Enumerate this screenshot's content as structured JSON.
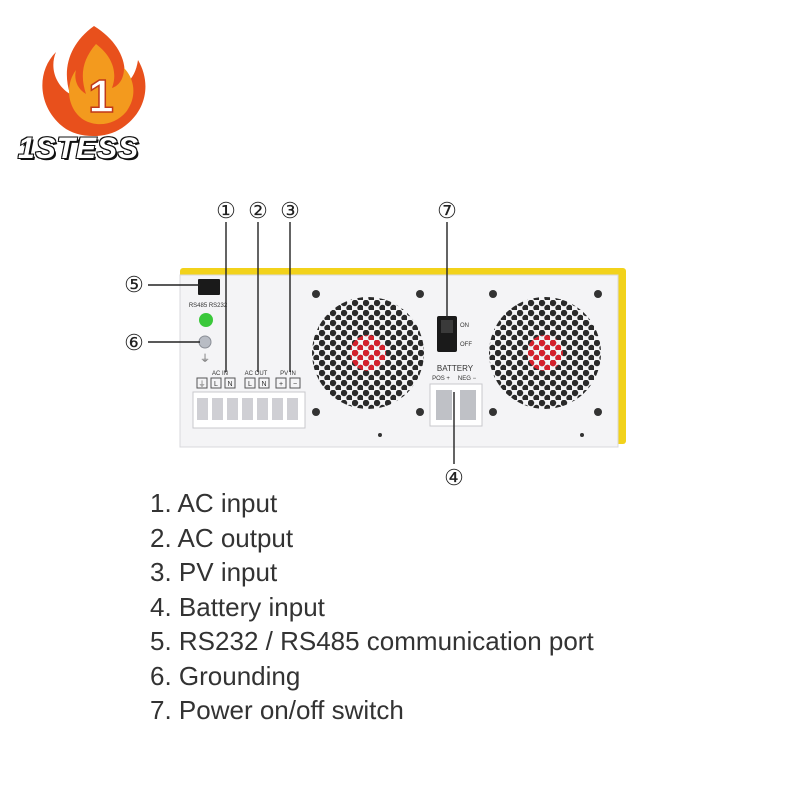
{
  "brand": {
    "name": "1STESS",
    "logo_glyph": "1",
    "colors": {
      "flame_outer": "#e8501c",
      "flame_inner": "#f39a1e",
      "text_stroke": "#111111"
    }
  },
  "callouts": [
    {
      "symbol": "①"
    },
    {
      "symbol": "②"
    },
    {
      "symbol": "③"
    },
    {
      "symbol": "④"
    },
    {
      "symbol": "⑤"
    },
    {
      "symbol": "⑥"
    },
    {
      "symbol": "⑦"
    }
  ],
  "panel": {
    "port_label": "RS485 RS232",
    "ac_in": {
      "label": "AC IN",
      "terminals": [
        "⏚",
        "L",
        "N"
      ]
    },
    "ac_out": {
      "label": "AC OUT",
      "terminals": [
        "L",
        "N"
      ]
    },
    "pv_in": {
      "label": "PV IN",
      "terminals": [
        "+",
        "−"
      ]
    },
    "switch": {
      "on": "ON",
      "off": "OFF"
    },
    "battery": {
      "label": "BATTERY",
      "pos": "POS +",
      "neg": "NEG −"
    },
    "colors": {
      "frame": "#f2d21b",
      "panel": "#f4f4f6",
      "led": "#3ac83a",
      "fan_led": "#e0202a"
    }
  },
  "legend": [
    "1. AC input",
    "2. AC output",
    "3. PV input",
    "4. Battery input",
    "5. RS232 / RS485 communication port",
    "6. Grounding",
    "7. Power on/off switch"
  ]
}
